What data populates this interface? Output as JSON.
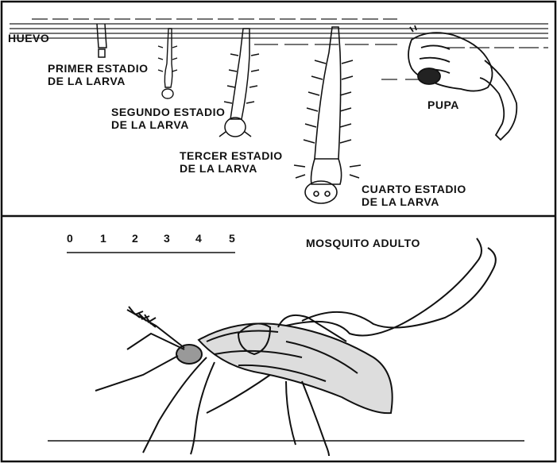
{
  "top_panel": {
    "egg_label": "HUEVO",
    "first_instar": [
      "PRIMER ESTADIO",
      "DE LA LARVA"
    ],
    "second_instar": [
      "SEGUNDO ESTADIO",
      "DE LA LARVA"
    ],
    "third_instar": [
      "TERCER ESTADIO",
      "DE LA LARVA"
    ],
    "fourth_instar": [
      "CUARTO ESTADIO",
      "DE LA LARVA"
    ],
    "pupa_label": "PUPA"
  },
  "bottom_panel": {
    "adult_label": "MOSQUITO ADULTO",
    "scale_ticks": [
      "0",
      "1",
      "2",
      "3",
      "4",
      "5"
    ]
  },
  "colors": {
    "ink": "#111111",
    "paper": "#ffffff"
  }
}
